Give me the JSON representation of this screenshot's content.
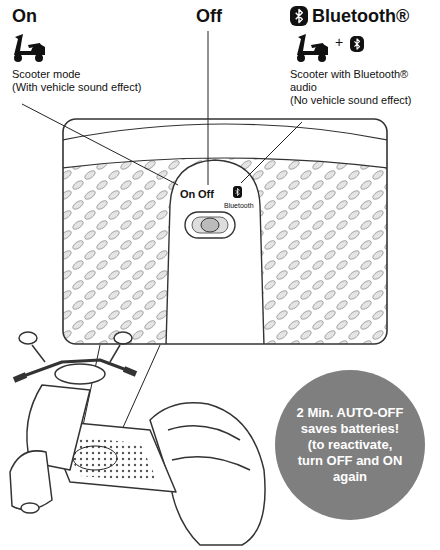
{
  "diagram": {
    "nodes": [
      {
        "text": [
          "On",
          "Off",
          "Bluetooth"
        ]
      },
      {
        "text": [
          "2 Min. AUTO-OFF saves batteries! (to reactivate, turn OFF and ON again"
        ]
      }
    ],
    "labels": [
      "On",
      "Scooter mode (With vehicle sound effect)",
      "Off",
      "Bluetooth®",
      "+",
      "Scooter with Bluetooth® audio (No vehicle sound effect)"
    ]
  }
}
